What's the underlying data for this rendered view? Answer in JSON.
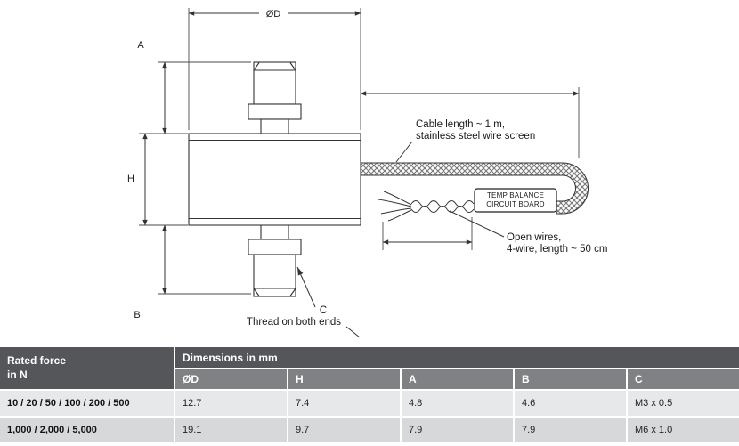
{
  "drawing": {
    "dims": {
      "od": "ØD",
      "a": "A",
      "h": "H",
      "b": "B",
      "c": "C"
    },
    "notes": {
      "cable_line1": "Cable length ~ 1 m,",
      "cable_line2": "stainless steel wire screen",
      "board_line1": "TEMP BALANCE",
      "board_line2": "CIRCUIT BOARD",
      "wires_line1": "Open wires,",
      "wires_line2": "4-wire, length ~ 50 cm",
      "thread_note": "Thread on both ends"
    }
  },
  "table": {
    "header": {
      "rated_force_line1": "Rated force",
      "rated_force_line2": "in N",
      "dimensions_title": "Dimensions in mm",
      "columns": [
        "ØD",
        "H",
        "A",
        "B",
        "C"
      ]
    },
    "rows": [
      {
        "label": "10 / 20 / 50 / 100 / 200 / 500",
        "values": [
          "12.7",
          "7.4",
          "4.8",
          "4.6",
          "M3 x 0.5"
        ]
      },
      {
        "label": "1,000 / 2,000 / 5,000",
        "values": [
          "19.1",
          "9.7",
          "7.9",
          "7.9",
          "M6 x 1.0"
        ]
      }
    ],
    "colors": {
      "header_dark": "#55565A",
      "header_mid": "#808184",
      "row_light": "#E7E8E9",
      "row_mid": "#D7D8DA"
    }
  }
}
